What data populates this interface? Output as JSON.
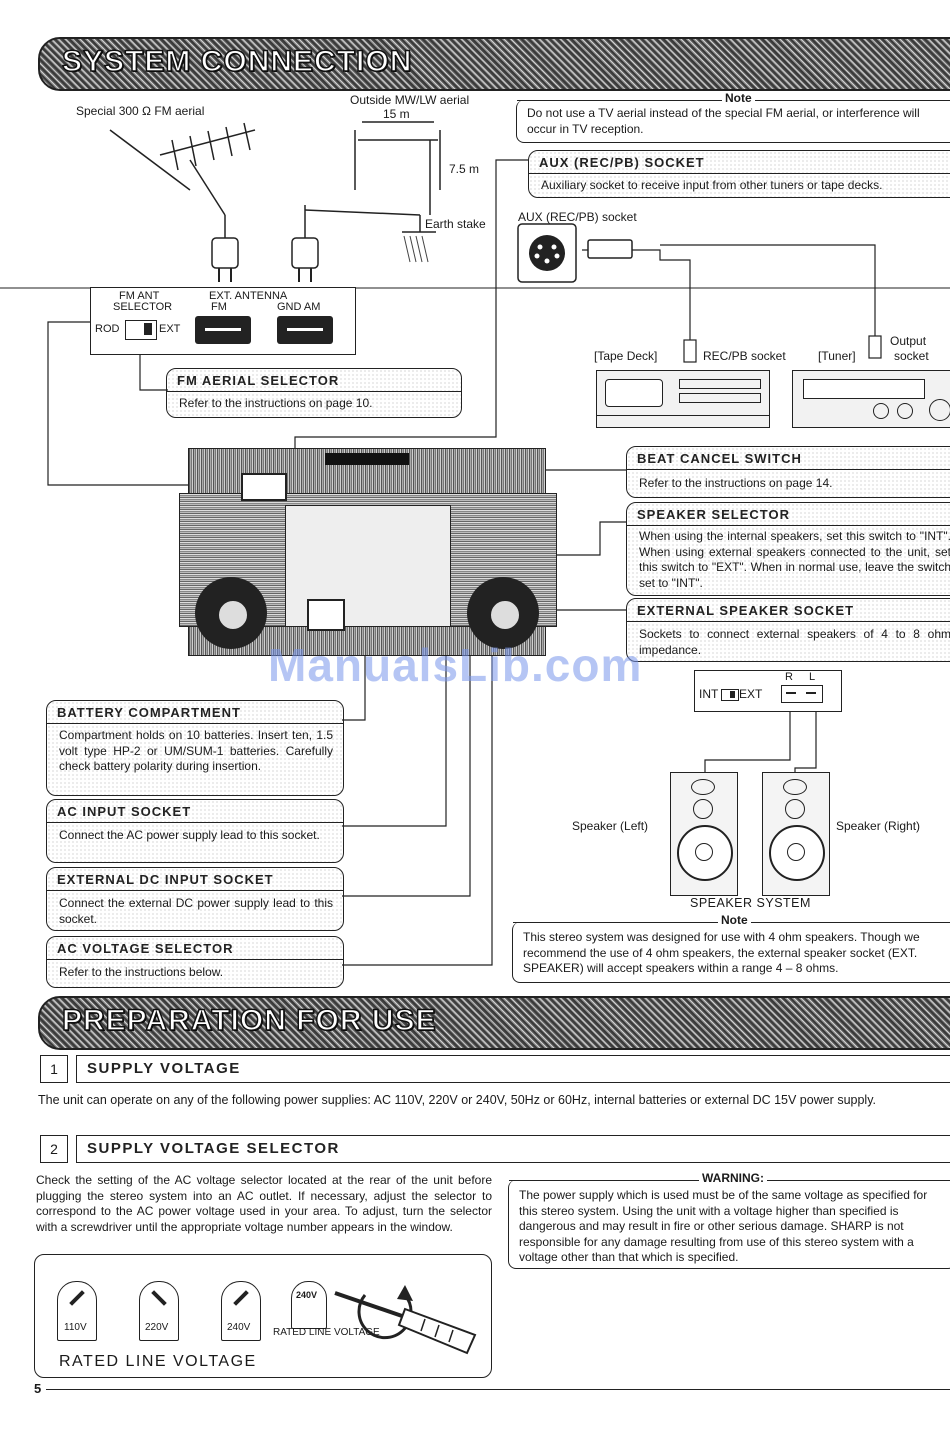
{
  "sections": {
    "system_connection": "SYSTEM CONNECTION",
    "preparation": "PREPARATION FOR USE"
  },
  "diagram": {
    "fm_aerial": "Special 300 Ω FM aerial",
    "mw_aerial": "Outside MW/LW aerial",
    "dim_15m": "15 m",
    "dim_75m": "7.5 m",
    "earth_stake": "Earth stake",
    "fm_ant_selector": "FM ANT",
    "fm_ant_selector2": "SELECTOR",
    "ext_antenna": "EXT.  ANTENNA",
    "fm": "FM",
    "gnd_am": "GND  AM",
    "rod": "ROD",
    "ext": "EXT",
    "aux_socket_label": "AUX (REC/PB) socket",
    "tape_deck": "[Tape Deck]",
    "recpb_socket": "REC/PB socket",
    "tuner": "[Tuner]",
    "output": "Output",
    "socket": "socket",
    "int_ext": "INT",
    "ext2": "EXT",
    "r": "R",
    "l": "L",
    "speaker_left": "Speaker (Left)",
    "speaker_right": "Speaker (Right)",
    "speaker_system": "SPEAKER SYSTEM"
  },
  "note_top": {
    "title": "Note",
    "text": "Do not use a TV aerial instead of the special FM aerial, or interference will occur in TV reception."
  },
  "boxes": {
    "aux": {
      "title": "AUX (REC/PB) SOCKET",
      "text": "Auxiliary socket to receive input from other tuners or tape decks."
    },
    "fm_sel": {
      "title": "FM AERIAL SELECTOR",
      "text": "Refer to the instructions on page 10."
    },
    "beat": {
      "title": "BEAT CANCEL SWITCH",
      "text": "Refer to the instructions on page 14."
    },
    "spk_sel": {
      "title": "SPEAKER SELECTOR",
      "text": "When using the internal speakers, set this switch to \"INT\". When using external speakers connected to the unit, set this switch to \"EXT\". When in normal use, leave the switch set to \"INT\"."
    },
    "ext_spk": {
      "title": "EXTERNAL SPEAKER SOCKET",
      "text": "Sockets to connect external speakers of 4 to 8 ohm impedance."
    },
    "battery": {
      "title": "BATTERY COMPARTMENT",
      "text": "Compartment holds on 10 batteries. Insert ten, 1.5 volt type HP-2 or UM/SUM-1 batteries. Carefully check battery polarity during insertion."
    },
    "ac_in": {
      "title": "AC INPUT SOCKET",
      "text": "Connect the AC power supply lead to this socket."
    },
    "dc_in": {
      "title": "EXTERNAL DC INPUT SOCKET",
      "text": "Connect the external DC power supply lead to this socket."
    },
    "ac_volt": {
      "title": "AC VOLTAGE SELECTOR",
      "text": "Refer to the instructions below."
    }
  },
  "note_speaker": {
    "title": "Note",
    "text": "This stereo system was designed for use with 4 ohm speakers. Though we recommend the use of 4 ohm speakers, the external speaker socket (EXT. SPEAKER) will accept speakers within a range 4 – 8 ohms."
  },
  "watermark": "ManualsLib.com",
  "supply_voltage": {
    "num": "1",
    "title": "SUPPLY VOLTAGE",
    "text": "The unit can operate on any of the following power supplies:  AC 110V, 220V or 240V, 50Hz or 60Hz, internal batteries or external DC 15V power supply."
  },
  "supply_selector": {
    "num": "2",
    "title": "SUPPLY VOLTAGE SELECTOR",
    "text": "Check the setting of the AC voltage selector located at the rear of the unit before plugging the stereo system into an AC outlet.  If necessary, adjust the selector to correspond to the AC power voltage used in your area. To adjust, turn the selector with a screwdriver until the appropriate voltage number appears in the window."
  },
  "warning": {
    "title": "WARNING:",
    "text": "The power supply which is used must be of the same voltage as specified for this stereo system.  Using the unit with a voltage higher than specified is dangerous and may result in fire or other serious damage. SHARP is not responsible for any damage resulting from use of this stereo system with a voltage other than that which is specified."
  },
  "rated": {
    "v110": "110V",
    "v220": "220V",
    "v240": "240V",
    "v240b": "240V",
    "small_label": "RATED LINE VOLTAGE",
    "title": "RATED  LINE  VOLTAGE"
  },
  "page_number": "5"
}
